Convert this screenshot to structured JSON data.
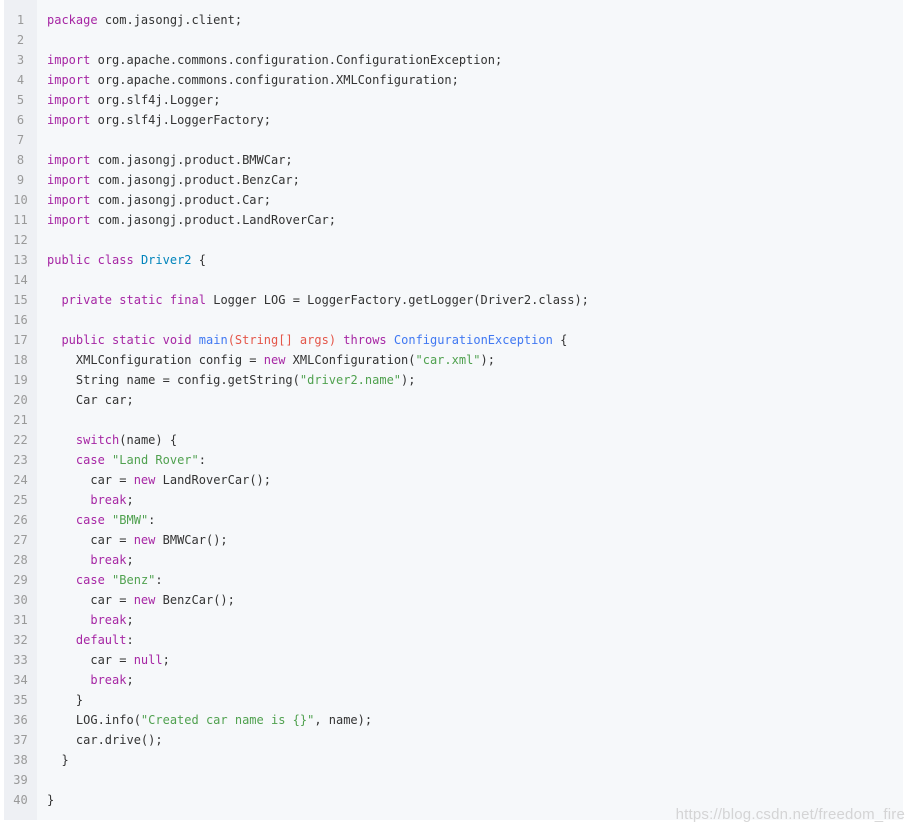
{
  "lines": [
    {
      "n": "1",
      "t": [
        [
          "kw",
          "package"
        ],
        [
          "",
          "com.jasongj.client;"
        ]
      ]
    },
    {
      "n": "2",
      "t": []
    },
    {
      "n": "3",
      "t": [
        [
          "kw",
          "import"
        ],
        [
          "",
          "org.apache.commons.configuration.ConfigurationException;"
        ]
      ]
    },
    {
      "n": "4",
      "t": [
        [
          "kw",
          "import"
        ],
        [
          "",
          "org.apache.commons.configuration.XMLConfiguration;"
        ]
      ]
    },
    {
      "n": "5",
      "t": [
        [
          "kw",
          "import"
        ],
        [
          "",
          "org.slf4j.Logger;"
        ]
      ]
    },
    {
      "n": "6",
      "t": [
        [
          "kw",
          "import"
        ],
        [
          "",
          "org.slf4j.LoggerFactory;"
        ]
      ]
    },
    {
      "n": "7",
      "t": []
    },
    {
      "n": "8",
      "t": [
        [
          "kw",
          "import"
        ],
        [
          "",
          "com.jasongj.product.BMWCar;"
        ]
      ]
    },
    {
      "n": "9",
      "t": [
        [
          "kw",
          "import"
        ],
        [
          "",
          "com.jasongj.product.BenzCar;"
        ]
      ]
    },
    {
      "n": "10",
      "t": [
        [
          "kw",
          "import"
        ],
        [
          "",
          "com.jasongj.product.Car;"
        ]
      ]
    },
    {
      "n": "11",
      "t": [
        [
          "kw",
          "import"
        ],
        [
          "",
          "com.jasongj.product.LandRoverCar;"
        ]
      ]
    },
    {
      "n": "12",
      "t": []
    },
    {
      "n": "13",
      "t": [
        [
          "kw",
          "public"
        ],
        [
          "kw",
          "class"
        ],
        [
          "cls",
          "Driver2"
        ],
        [
          "",
          "{"
        ]
      ]
    },
    {
      "n": "14",
      "t": []
    },
    {
      "n": "15",
      "t": [
        [
          "",
          "  "
        ],
        [
          "kw",
          "private"
        ],
        [
          "kw",
          "static"
        ],
        [
          "kw",
          "final"
        ],
        [
          "",
          "Logger LOG = LoggerFactory.getLogger(Driver2.class);"
        ]
      ]
    },
    {
      "n": "16",
      "t": []
    },
    {
      "n": "17",
      "t": [
        [
          "",
          "  "
        ],
        [
          "kw",
          "public"
        ],
        [
          "kw",
          "static"
        ],
        [
          "kw",
          "void"
        ],
        [
          "fn",
          "main"
        ],
        [
          "param",
          "(String[] args)"
        ],
        [
          "kw",
          "throws"
        ],
        [
          "ty",
          "ConfigurationException"
        ],
        [
          "",
          "{"
        ]
      ]
    },
    {
      "n": "18",
      "t": [
        [
          "",
          "    XMLConfiguration config = "
        ],
        [
          "kw",
          "new"
        ],
        [
          "",
          "XMLConfiguration("
        ],
        [
          "str",
          "\"car.xml\""
        ],
        [
          "",
          ");"
        ]
      ]
    },
    {
      "n": "19",
      "t": [
        [
          "",
          "    String name = config.getString("
        ],
        [
          "str",
          "\"driver2.name\""
        ],
        [
          "",
          ");"
        ]
      ]
    },
    {
      "n": "20",
      "t": [
        [
          "",
          "    Car car;"
        ]
      ]
    },
    {
      "n": "21",
      "t": []
    },
    {
      "n": "22",
      "t": [
        [
          "",
          "    "
        ],
        [
          "kw",
          "switch"
        ],
        [
          "",
          "(name) {"
        ]
      ]
    },
    {
      "n": "23",
      "t": [
        [
          "",
          "    "
        ],
        [
          "kw",
          "case"
        ],
        [
          "str",
          "\"Land Rover\""
        ],
        [
          "",
          ":"
        ]
      ]
    },
    {
      "n": "24",
      "t": [
        [
          "",
          "      car = "
        ],
        [
          "kw",
          "new"
        ],
        [
          "",
          "LandRoverCar();"
        ]
      ]
    },
    {
      "n": "25",
      "t": [
        [
          "",
          "      "
        ],
        [
          "kw",
          "break"
        ],
        [
          "",
          ";"
        ]
      ]
    },
    {
      "n": "26",
      "t": [
        [
          "",
          "    "
        ],
        [
          "kw",
          "case"
        ],
        [
          "str",
          "\"BMW\""
        ],
        [
          "",
          ":"
        ]
      ]
    },
    {
      "n": "27",
      "t": [
        [
          "",
          "      car = "
        ],
        [
          "kw",
          "new"
        ],
        [
          "",
          "BMWCar();"
        ]
      ]
    },
    {
      "n": "28",
      "t": [
        [
          "",
          "      "
        ],
        [
          "kw",
          "break"
        ],
        [
          "",
          ";"
        ]
      ]
    },
    {
      "n": "29",
      "t": [
        [
          "",
          "    "
        ],
        [
          "kw",
          "case"
        ],
        [
          "str",
          "\"Benz\""
        ],
        [
          "",
          ":"
        ]
      ]
    },
    {
      "n": "30",
      "t": [
        [
          "",
          "      car = "
        ],
        [
          "kw",
          "new"
        ],
        [
          "",
          "BenzCar();"
        ]
      ]
    },
    {
      "n": "31",
      "t": [
        [
          "",
          "      "
        ],
        [
          "kw",
          "break"
        ],
        [
          "",
          ";"
        ]
      ]
    },
    {
      "n": "32",
      "t": [
        [
          "",
          "    "
        ],
        [
          "kw",
          "default"
        ],
        [
          "",
          ":"
        ]
      ]
    },
    {
      "n": "33",
      "t": [
        [
          "",
          "      car = "
        ],
        [
          "kw",
          "null"
        ],
        [
          "",
          ";"
        ]
      ]
    },
    {
      "n": "34",
      "t": [
        [
          "",
          "      "
        ],
        [
          "kw",
          "break"
        ],
        [
          "",
          ";"
        ]
      ]
    },
    {
      "n": "35",
      "t": [
        [
          "",
          "    }"
        ]
      ]
    },
    {
      "n": "36",
      "t": [
        [
          "",
          "    LOG.info("
        ],
        [
          "str",
          "\"Created car name is {}\""
        ],
        [
          "",
          ", name);"
        ]
      ]
    },
    {
      "n": "37",
      "t": [
        [
          "",
          "    car.drive();"
        ]
      ]
    },
    {
      "n": "38",
      "t": [
        [
          "",
          "  }"
        ]
      ]
    },
    {
      "n": "39",
      "t": []
    },
    {
      "n": "40",
      "t": [
        [
          "",
          "}"
        ]
      ]
    }
  ],
  "watermark": "https://blog.csdn.net/freedom_fire",
  "colors": {
    "keyword": "#a626a4",
    "type": "#4078f2",
    "class_name": "#0184bb",
    "string": "#50a14f",
    "param": "#e45649",
    "text": "#333333",
    "line_number": "#999999",
    "background": "#f6f8fa"
  }
}
